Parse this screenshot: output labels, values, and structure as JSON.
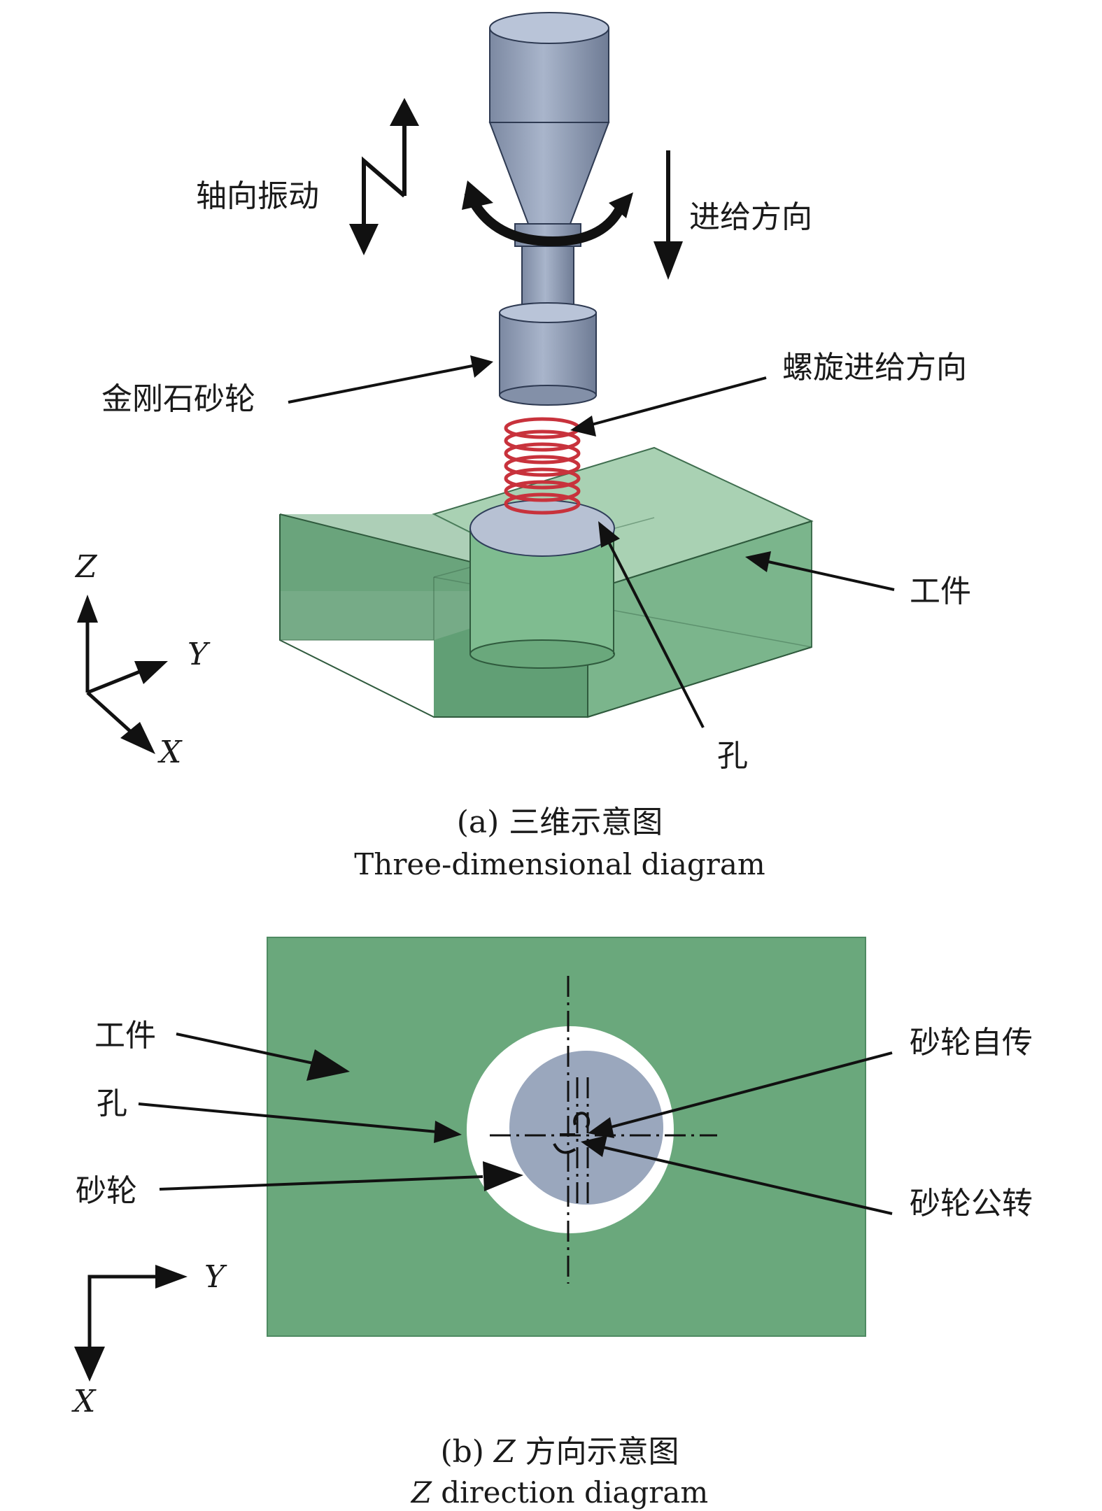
{
  "panel_a": {
    "labels": {
      "axial_vibration": "轴向振动",
      "feed_direction": "进给方向",
      "diamond_wheel": "金刚石砂轮",
      "helical_feed": "螺旋进给方向",
      "workpiece": "工件",
      "hole": "孔"
    },
    "axes": {
      "z": "Z",
      "y": "Y",
      "x": "X"
    },
    "caption_zh": "(a) 三维示意图",
    "caption_en": "Three-dimensional diagram"
  },
  "panel_b": {
    "labels": {
      "workpiece": "工件",
      "hole": "孔",
      "wheel": "砂轮",
      "wheel_rotation": "砂轮自传",
      "wheel_revolution": "砂轮公转"
    },
    "axes": {
      "y": "Y",
      "x": "X"
    },
    "caption_prefix": "(b) ",
    "caption_z": "Z",
    "caption_zh_rest": " 方向示意图",
    "caption_en_z": "Z",
    "caption_en_rest": " direction diagram"
  },
  "colors": {
    "workpiece_green": "#6aa87c",
    "tool_blue_gray": "#8e9bb3",
    "helix_red": "#c8323c",
    "arrow": "#111111"
  }
}
